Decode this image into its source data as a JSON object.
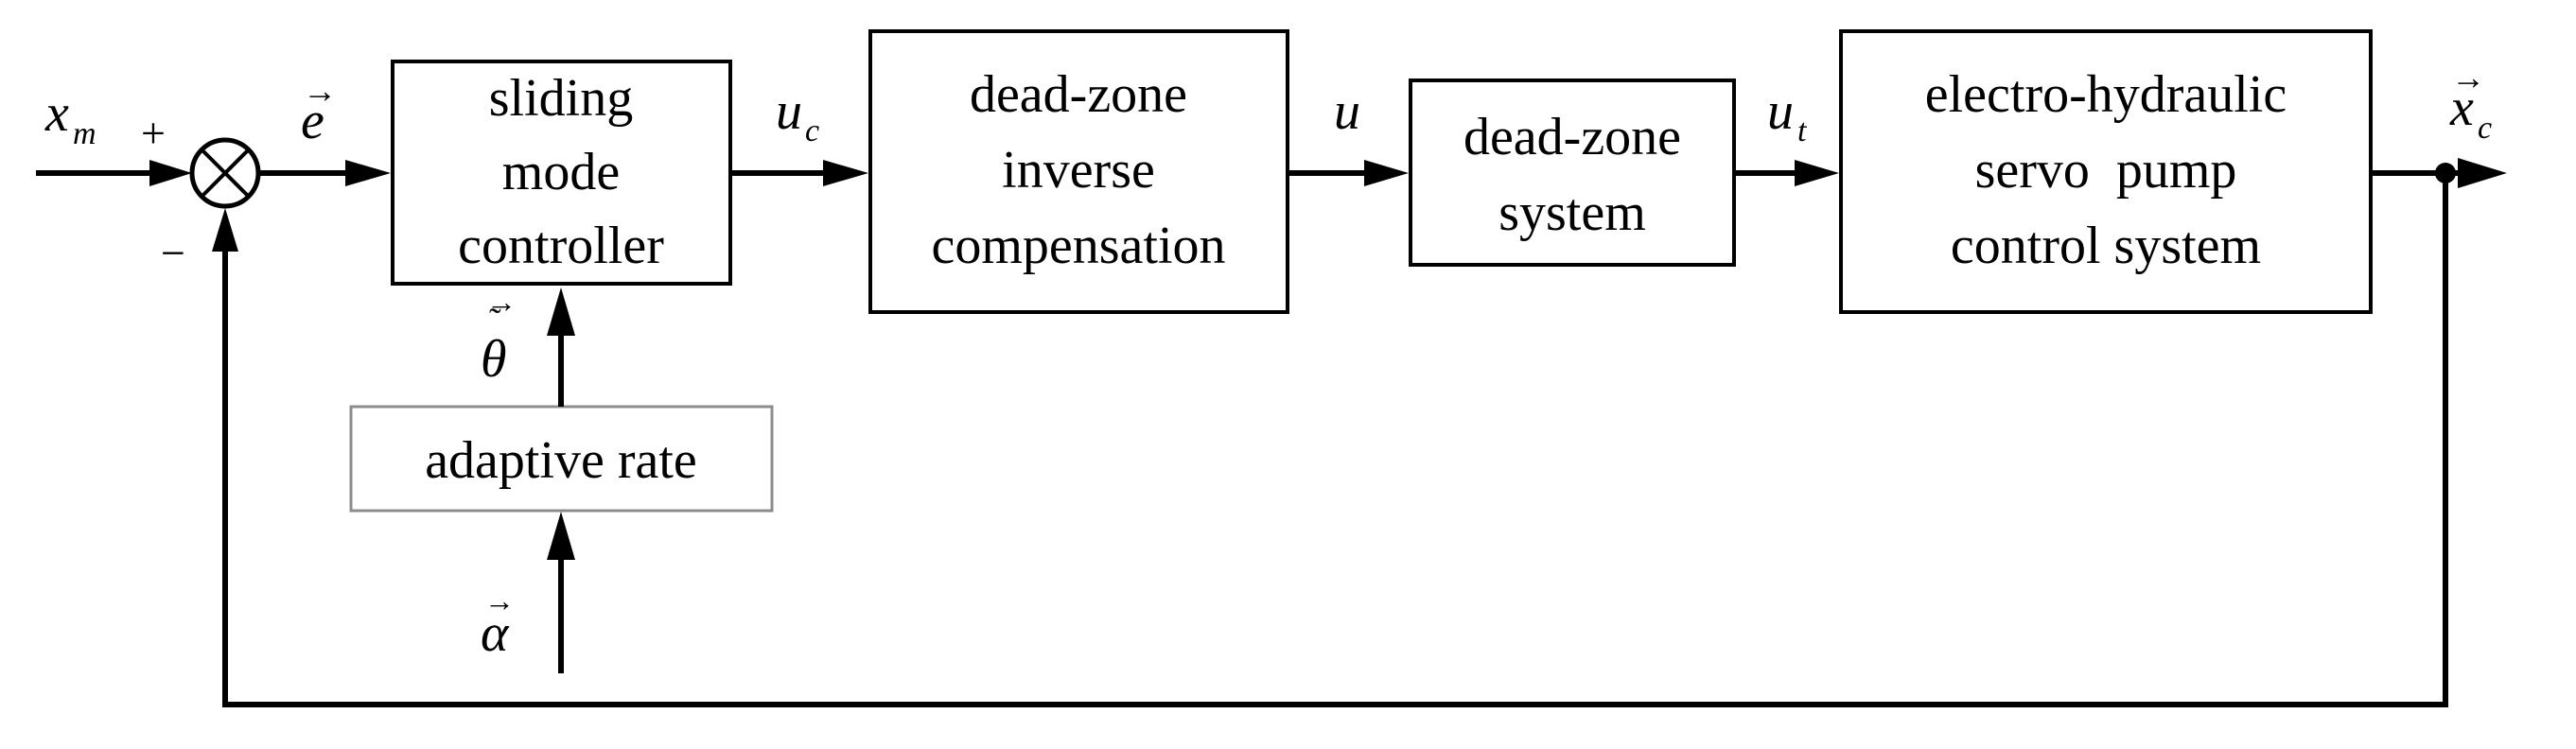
{
  "blocks": {
    "smc": [
      "sliding",
      "mode",
      "controller"
    ],
    "inverse": [
      "dead-zone",
      "inverse",
      "compensation"
    ],
    "deadzone": [
      "dead-zone",
      "system"
    ],
    "plant": [
      "electro-hydraulic",
      "servo  pump",
      "control system"
    ],
    "adaptive": [
      "adaptive rate"
    ]
  },
  "signals": {
    "xm": {
      "base": "x",
      "sub": "m"
    },
    "e": {
      "base": "e"
    },
    "uc": {
      "base": "u",
      "sub": "c"
    },
    "u": {
      "base": "u"
    },
    "ut": {
      "base": "u",
      "sub": "t"
    },
    "xc": {
      "base": "x",
      "sub": "c"
    },
    "theta": {
      "base": "θ"
    },
    "alpha": {
      "base": "α"
    }
  },
  "summing_junction": {
    "plus": "+",
    "minus": "−"
  }
}
